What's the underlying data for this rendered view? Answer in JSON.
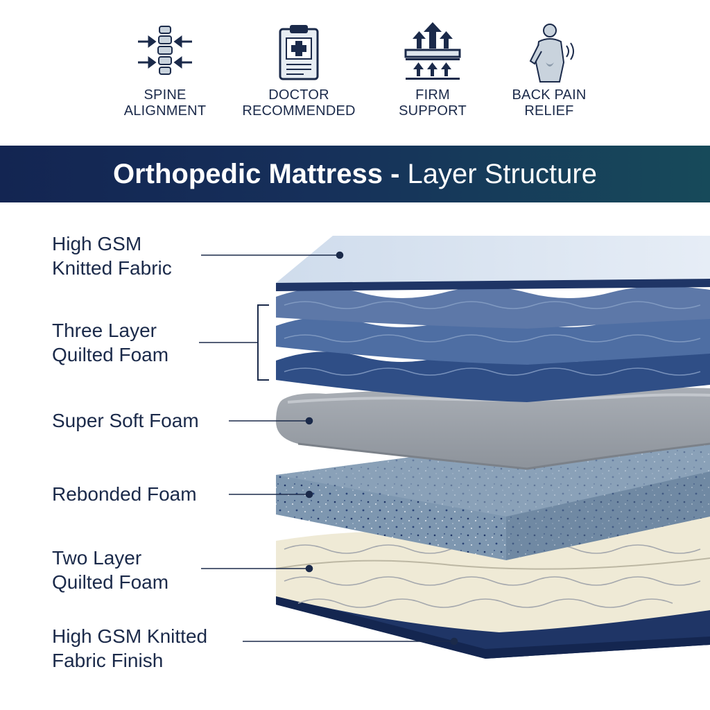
{
  "features": [
    {
      "icon": "spine-icon",
      "line1": "SPINE",
      "line2": "ALIGNMENT"
    },
    {
      "icon": "clipboard-medical-icon",
      "line1": "DOCTOR",
      "line2": "RECOMMENDED"
    },
    {
      "icon": "firm-support-icon",
      "line1": "FIRM",
      "line2": "SUPPORT"
    },
    {
      "icon": "back-pain-icon",
      "line1": "BACK PAIN",
      "line2": "RELIEF"
    }
  ],
  "banner": {
    "title_bold": "Orthopedic Mattress - ",
    "title_light": "Layer Structure"
  },
  "layers": [
    {
      "line1": "High GSM",
      "line2": "Knitted Fabric",
      "color": "#dbe6f3"
    },
    {
      "line1": "Three Layer",
      "line2": "Quilted Foam",
      "color": "#3d5f97"
    },
    {
      "line1": "Super Soft Foam",
      "line2": "",
      "color": "#9aa0a8"
    },
    {
      "line1": "Rebonded Foam",
      "line2": "",
      "color": "#7e97b0"
    },
    {
      "line1": "Two Layer",
      "line2": "Quilted Foam",
      "color": "#efead6"
    },
    {
      "line1": "High GSM Knitted",
      "line2": "Fabric Finish",
      "color": "#1f3566"
    }
  ],
  "colors": {
    "navy": "#132552",
    "teal": "#174a5a",
    "text": "#1b2a4a"
  }
}
